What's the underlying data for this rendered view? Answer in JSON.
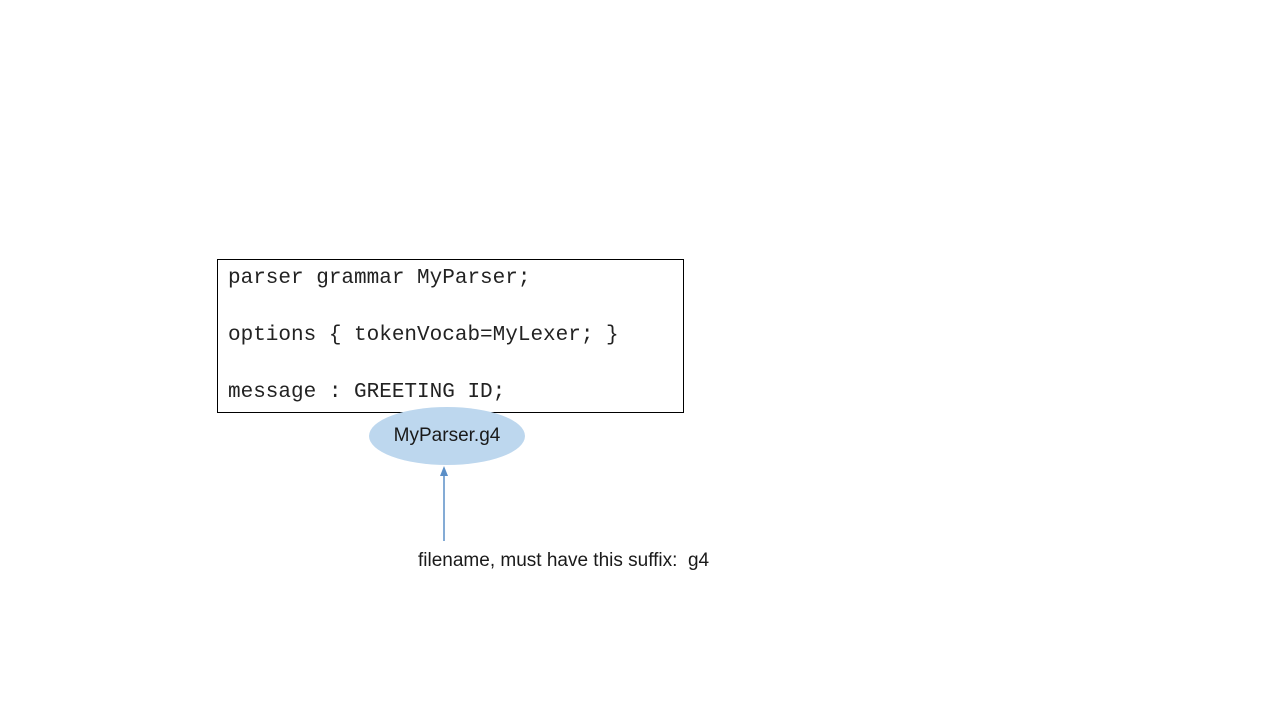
{
  "code": {
    "lines": [
      "parser grammar MyParser;",
      "options { tokenVocab=MyLexer; }",
      "message : GREETING ID;"
    ]
  },
  "file_label": "MyParser.g4",
  "annotation": "filename, must have this suffix:  g4",
  "colors": {
    "ellipse_fill": "#bdd7ee",
    "arrow": "#5b8fc7",
    "border": "#000000"
  }
}
